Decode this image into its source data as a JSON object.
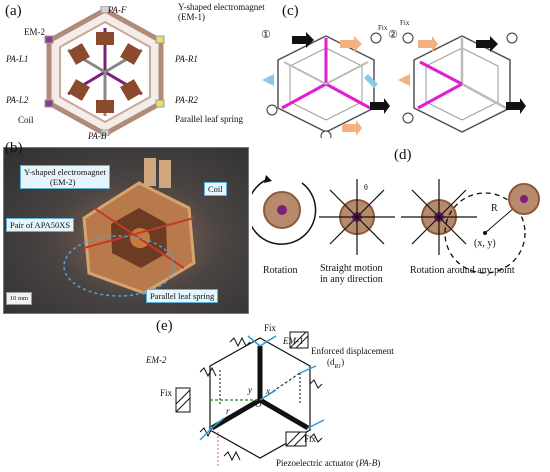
{
  "panel_a": {
    "tag": "(a)",
    "labels": {
      "em2": "EM-2",
      "paf": "PA-F",
      "em1": "Y-shaped electromagnet",
      "em1b": "(EM-1)",
      "pal1": "PA-L1",
      "par1": "PA-R1",
      "pal2": "PA-L2",
      "par2": "PA-R2",
      "coil": "Coil",
      "spring": "Parallel leaf spring",
      "pab": "PA-B"
    }
  },
  "panel_b": {
    "tag": "(b)",
    "callouts": {
      "em2": "Y-shaped electromagnet",
      "em2b": "(EM-2)",
      "coil": "Coil",
      "pair": "Pair of APA50XS",
      "spring": "Parallel leaf spring"
    },
    "scale": "10 mm"
  },
  "panel_c": {
    "tag": "(c)",
    "step1": "①",
    "step2": "②",
    "fix1": "Fix",
    "fix2": "Fix"
  },
  "panel_d": {
    "tag": "(d)",
    "theta": "θ",
    "r": "R",
    "xy": "(x, y)",
    "cap_rotation": "Rotation",
    "cap_straight1": "Straight motion",
    "cap_straight2": "in any direction",
    "cap_point": "Rotation around any point"
  },
  "panel_e": {
    "tag": "(e)",
    "em1": "EM-1",
    "em2": "EM-2",
    "fix_top": "Fix",
    "fix_left": "Fix",
    "fix_bottom": "Fix",
    "enforced": "Enforced displacement",
    "enforced_sym": "(d",
    "enforced_sub": "R1",
    "enforced_close": ")",
    "pa": "Piezoelectric actuator (",
    "pa_it": "PA-B",
    "pa_close": ")",
    "sym_x": "x",
    "sym_y": "y",
    "sym_o": "O",
    "sym_r": "r"
  }
}
